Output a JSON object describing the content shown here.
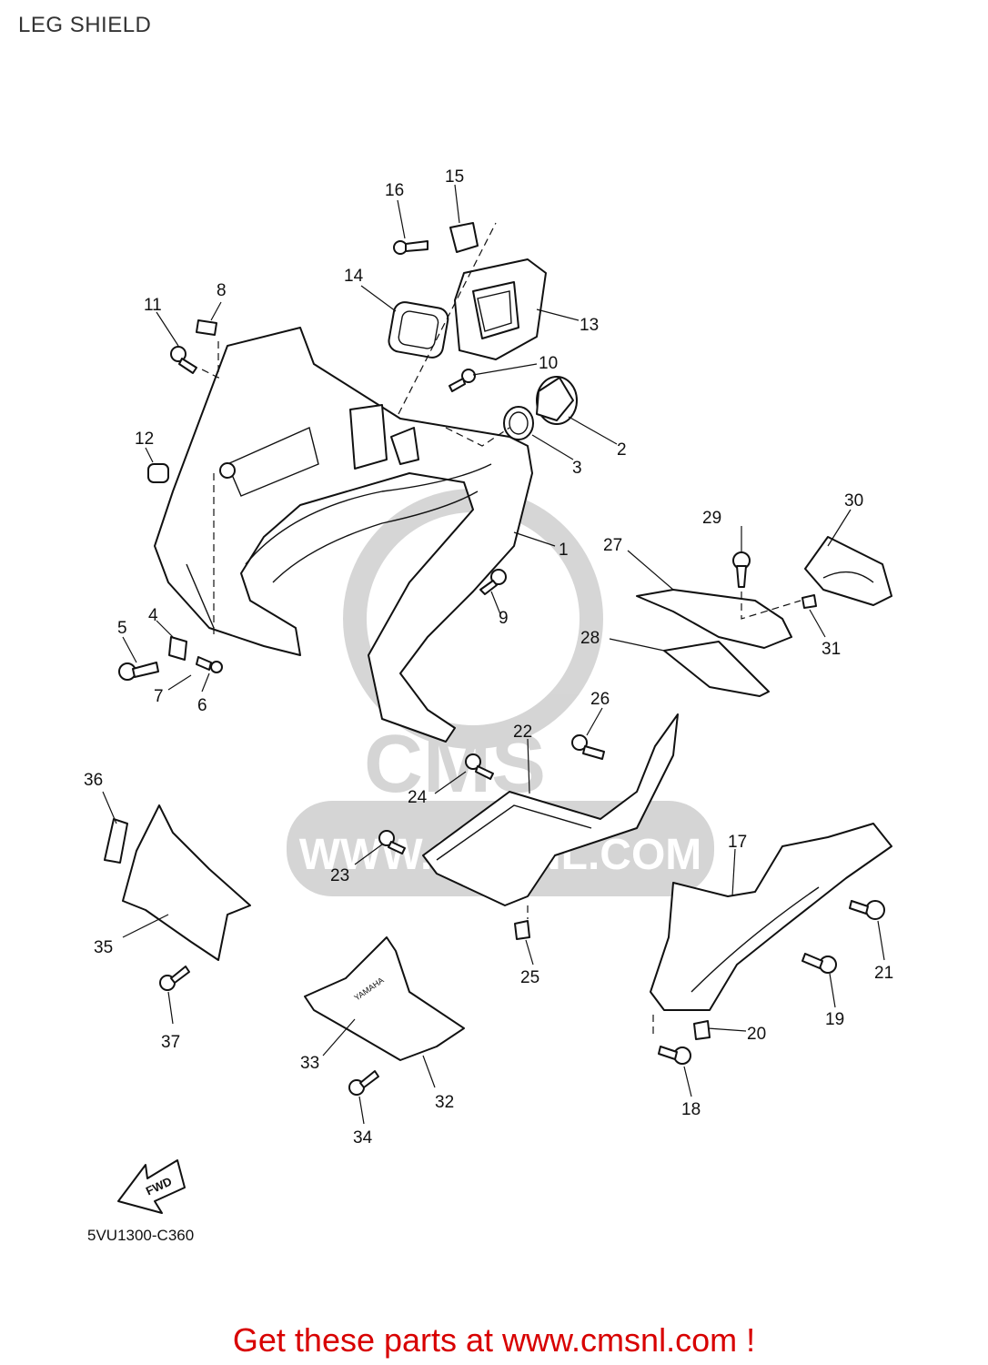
{
  "header": {
    "title": "LEG SHIELD"
  },
  "watermark": {
    "domain": "WWW.CMSNL.COM",
    "logo": "CMS"
  },
  "diagram": {
    "callouts": [
      "1",
      "2",
      "3",
      "4",
      "5",
      "6",
      "7",
      "8",
      "9",
      "10",
      "11",
      "12",
      "13",
      "14",
      "15",
      "16",
      "17",
      "18",
      "19",
      "20",
      "21",
      "22",
      "23",
      "24",
      "25",
      "26",
      "27",
      "28",
      "29",
      "30",
      "31",
      "32",
      "33",
      "34",
      "35",
      "36",
      "37"
    ],
    "part_marking": "YAMAHA",
    "arrow_label": "FWD",
    "drawing_code": "5VU1300-C360"
  },
  "footer": {
    "promo": "Get these parts at www.cmsnl.com !"
  }
}
